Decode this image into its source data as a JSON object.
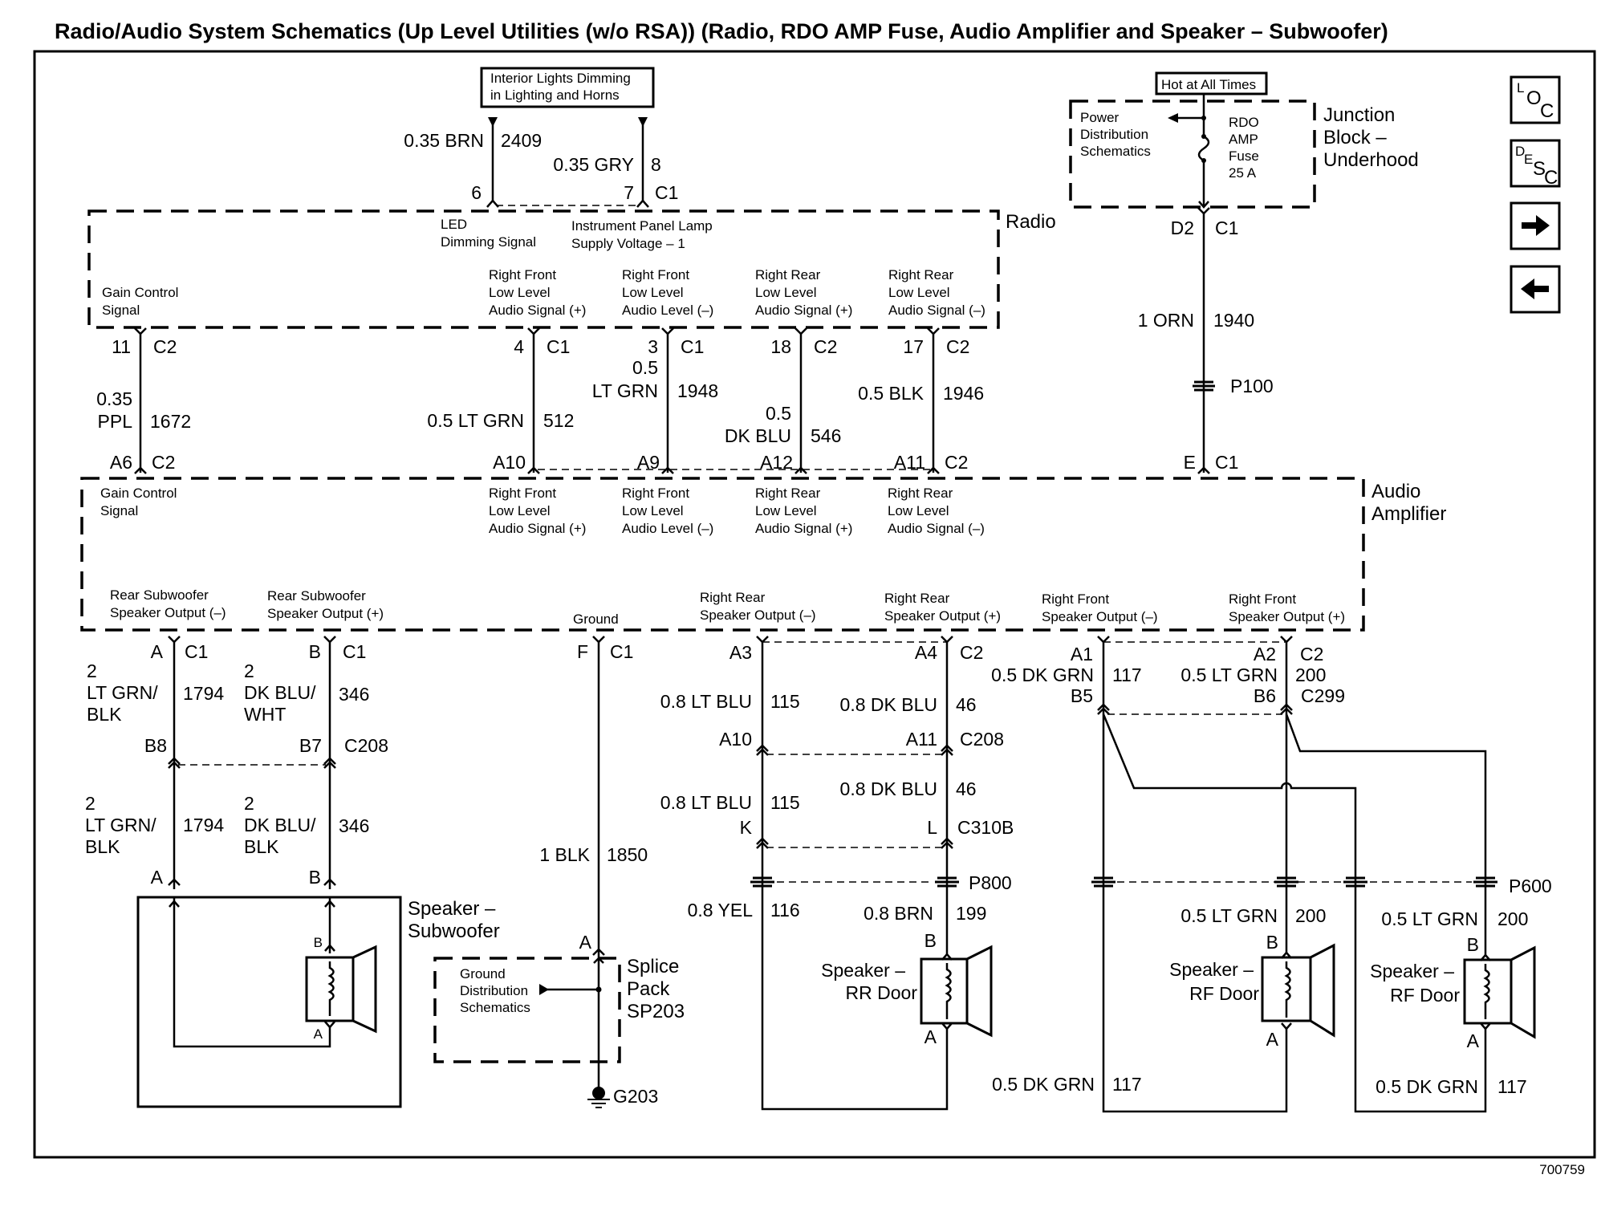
{
  "title": "Radio/Audio System Schematics (Up Level Utilities (w/o RSA)) (Radio, RDO AMP Fuse, Audio Amplifier and Speaker – Subwoofer)",
  "figure_id": "700759",
  "nav_buttons": {
    "loc": [
      "L",
      "O",
      "C"
    ],
    "desc": [
      "D",
      "E",
      "S",
      "C"
    ],
    "next_icon": "right-arrow-icon",
    "prev_icon": "left-arrow-icon"
  },
  "top": {
    "interior_lights_box": [
      "Interior Lights Dimming",
      "in Lighting  and Horns"
    ],
    "wire_2409": {
      "color": "0.35 BRN",
      "circuit": "2409",
      "pin": "6"
    },
    "wire_8": {
      "color": "0.35 GRY",
      "circuit": "8",
      "pin": "7",
      "connector": "C1"
    },
    "hot_label": "Hot at All Times",
    "junction": {
      "inner": [
        "Power",
        "Distribution",
        "Schematics"
      ],
      "fuse": [
        "RDO",
        "AMP",
        "Fuse",
        "25 A"
      ],
      "name": [
        "Junction",
        "Block –",
        "Underhood"
      ]
    },
    "d2": {
      "pin": "D2",
      "connector": "C1"
    }
  },
  "radio": {
    "name": "Radio",
    "led": [
      "LED",
      "Dimming Signal"
    ],
    "ipl": [
      "Instrument Panel Lamp",
      "Supply Voltage – 1"
    ],
    "gain": [
      "Gain Control",
      "Signal"
    ],
    "signals": [
      [
        "Right Front",
        "Low Level",
        "Audio Signal (+)"
      ],
      [
        "Right Front",
        "Low Level",
        "Audio Level (–)"
      ],
      [
        "Right Rear",
        "Low Level",
        "Audio Signal (+)"
      ],
      [
        "Right Rear",
        "Low Level",
        "Audio Signal (–)"
      ]
    ]
  },
  "mid_wires": [
    {
      "top_pin": "11",
      "top_conn": "C2",
      "color": [
        "0.35",
        "PPL"
      ],
      "circuit": "1672",
      "bot_pin": "A6",
      "bot_conn": "C2"
    },
    {
      "top_pin": "4",
      "top_conn": "C1",
      "color": [
        "0.5 LT GRN"
      ],
      "circuit": "512",
      "bot_pin": "A10",
      "bot_conn": ""
    },
    {
      "top_pin": "3",
      "top_conn": "C1",
      "color": [
        "0.5",
        "LT GRN"
      ],
      "circuit": "1948",
      "bot_pin": "A9",
      "bot_conn": ""
    },
    {
      "top_pin": "18",
      "top_conn": "C2",
      "color": [
        "0.5",
        "DK BLU"
      ],
      "circuit": "546",
      "bot_pin": "A12",
      "bot_conn": ""
    },
    {
      "top_pin": "17",
      "top_conn": "C2",
      "color": [
        "0.5 BLK"
      ],
      "circuit": "1946",
      "bot_pin": "A11",
      "bot_conn": "C2"
    },
    {
      "top_pin": "",
      "top_conn": "",
      "color": [
        "1 ORN"
      ],
      "circuit": "1940",
      "bot_pin": "E",
      "bot_conn": "C1"
    }
  ],
  "p100": "P100",
  "amplifier": {
    "name": [
      "Audio",
      "Amplifier"
    ],
    "gain": [
      "Gain Control",
      "Signal"
    ],
    "inputs": [
      [
        "Right Front",
        "Low Level",
        "Audio Signal (+)"
      ],
      [
        "Right Front",
        "Low Level",
        "Audio Level (–)"
      ],
      [
        "Right Rear",
        "Low Level",
        "Audio Signal (+)"
      ],
      [
        "Right Rear",
        "Low Level",
        "Audio Signal (–)"
      ]
    ],
    "outputs": [
      [
        "Rear Subwoofer",
        "Speaker Output (–)"
      ],
      [
        "Rear Subwoofer",
        "Speaker Output (+)"
      ],
      [
        "Ground"
      ],
      [
        "Right Rear",
        "Speaker Output (–)"
      ],
      [
        "Right Rear",
        "Speaker Output (+)"
      ],
      [
        "Right Front",
        "Speaker Output (–)"
      ],
      [
        "Right Front",
        "Speaker Output (+)"
      ]
    ]
  },
  "sub": {
    "a": {
      "pin": "A",
      "conn": "C1",
      "color1": [
        "2",
        "LT GRN/",
        "BLK"
      ],
      "circuit": "1794",
      "mid_pin": "B8",
      "color2": [
        "2",
        "LT GRN/",
        "BLK"
      ],
      "end_pin": "A"
    },
    "b": {
      "pin": "B",
      "conn": "C1",
      "color1": [
        "2",
        "DK BLU/",
        "WHT"
      ],
      "circuit": "346",
      "mid_pin": "B7",
      "mid_conn": "C208",
      "color2": [
        "2",
        "DK BLU/",
        "BLK"
      ],
      "end_pin": "B"
    },
    "speaker_name": [
      "Speaker –",
      "Subwoofer"
    ],
    "inner_b": "B",
    "inner_a": "A"
  },
  "ground": {
    "pin": "F",
    "conn": "C1",
    "color": "1 BLK",
    "circuit": "1850",
    "splice_pin": "A",
    "dist": [
      "Ground",
      "Distribution",
      "Schematics"
    ],
    "splice": [
      "Splice",
      "Pack",
      "SP203"
    ],
    "g": "G203"
  },
  "rr": {
    "a3": "A3",
    "a4": "A4",
    "conn": "C2",
    "c1": "0.8 LT BLU",
    "c1n": "115",
    "c2": "0.8 DK BLU",
    "c2n": "46",
    "a10": "A10",
    "a11": "A11",
    "c208": "C208",
    "k": "K",
    "l": "L",
    "c310b": "C310B",
    "p800": "P800",
    "yel": "0.8 YEL",
    "yeln": "116",
    "brn": "0.8 BRN",
    "brnn": "199",
    "b": "B",
    "a": "A",
    "name": [
      "Speaker –",
      "RR Door"
    ]
  },
  "rf": {
    "a1": "A1",
    "a2": "A2",
    "conn": "C2",
    "dkgrn": "0.5 DK GRN",
    "dkgrnn": "117",
    "ltgrn": "0.5 LT GRN",
    "ltgrnn": "200",
    "b5": "B5",
    "b6": "B6",
    "c299": "C299",
    "p600": "P600",
    "sp1": {
      "color": "0.5 LT GRN",
      "circuit": "200",
      "b": "B",
      "a": "A",
      "name": [
        "Speaker –",
        "RF Door"
      ],
      "ret_color": "0.5 DK GRN",
      "ret_circuit": "117"
    },
    "sp2": {
      "color": "0.5 LT GRN",
      "circuit": "200",
      "b": "B",
      "a": "A",
      "name": [
        "Speaker –",
        "RF Door"
      ],
      "ret_color": "0.5 DK GRN",
      "ret_circuit": "117"
    }
  }
}
